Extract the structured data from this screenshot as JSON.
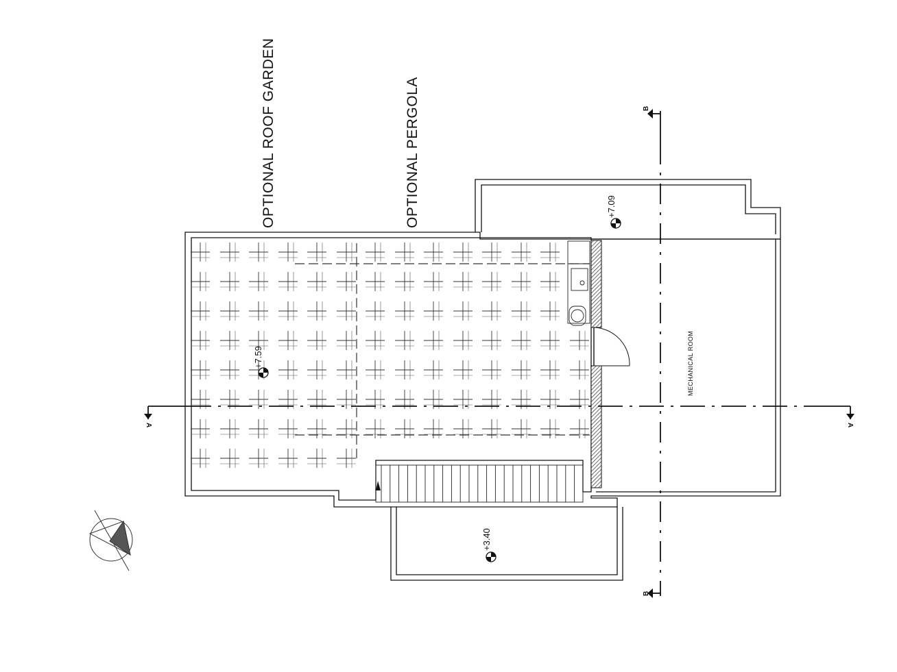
{
  "labels": {
    "roof_garden": "OPTIONAL ROOF GARDEN",
    "pergola": "OPTIONAL PERGOLA",
    "mechanical_room": "MECHANICAL ROOM"
  },
  "levels": {
    "roof": "+7.59",
    "upper_terrace": "+7.09",
    "lower_terrace": "+3.40"
  },
  "section_marks": {
    "a_left": "A",
    "a_right": "A",
    "b_top": "B",
    "b_bottom": "B"
  },
  "icons": {
    "north_arrow": "north-arrow-icon",
    "level_marker": "level-marker-icon",
    "section_arrow": "section-arrow-icon"
  },
  "colors": {
    "line": "#111111",
    "wall_hatch": "#777777",
    "background": "#ffffff"
  }
}
